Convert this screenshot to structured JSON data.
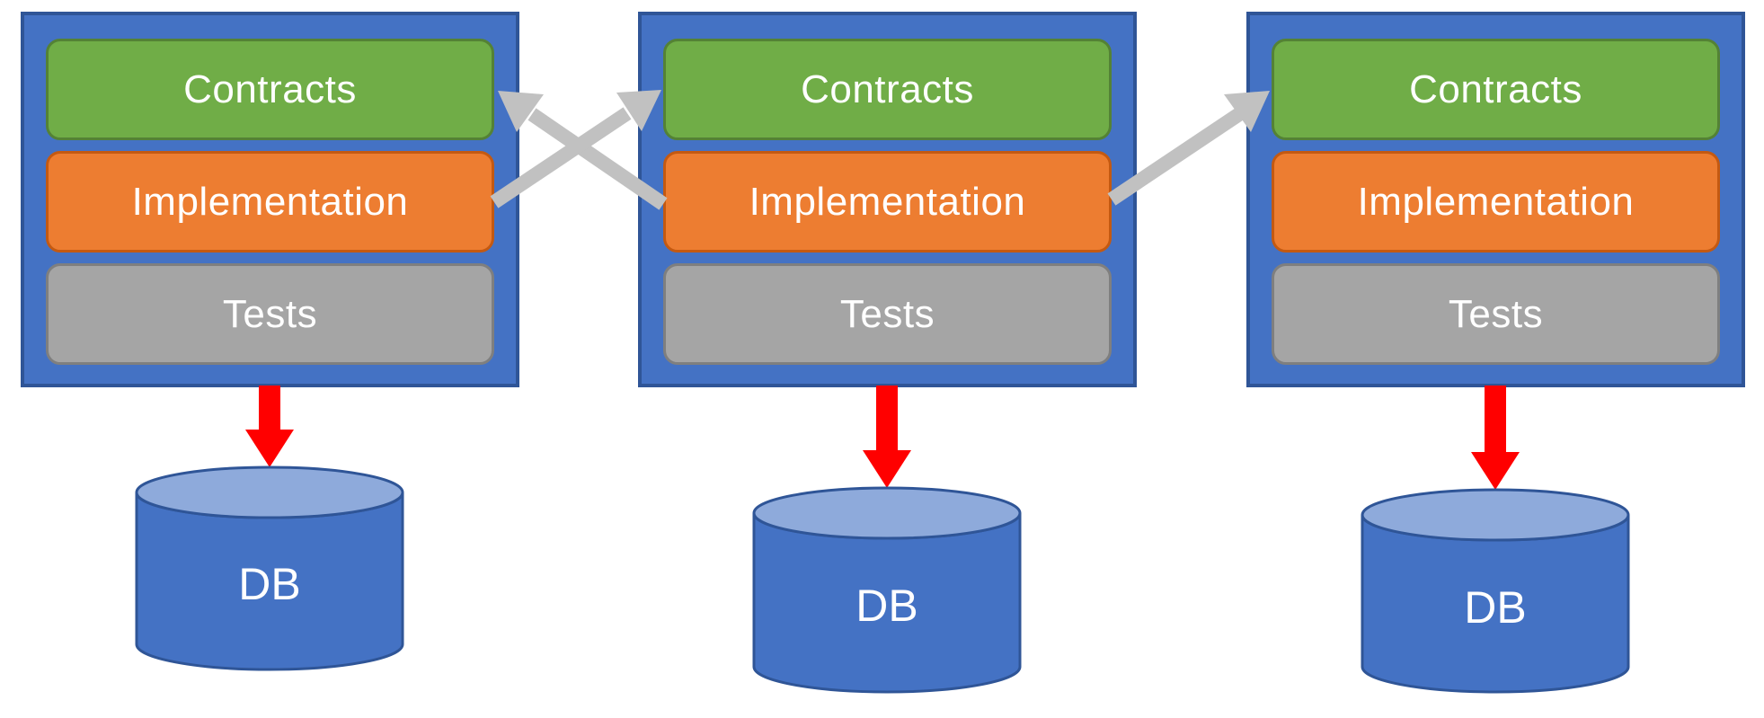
{
  "colors": {
    "background": "#ffffff",
    "service_box_fill": "#4472C4",
    "service_box_border": "#2F5597",
    "contracts_fill": "#70AD47",
    "contracts_border": "#548235",
    "implementation_fill": "#ED7D31",
    "implementation_border": "#C45911",
    "tests_fill": "#A5A5A5",
    "tests_border": "#7F7F7F",
    "db_fill": "#4472C4",
    "db_top_fill": "#8EAADB",
    "db_border": "#2F5597",
    "dependency_arrow": "#C1C1C1",
    "db_arrow": "#FF0000",
    "label_text": "#ffffff"
  },
  "services": [
    {
      "name": "service-1",
      "layers": [
        {
          "label": "Contracts"
        },
        {
          "label": "Implementation"
        },
        {
          "label": "Tests"
        }
      ],
      "database": {
        "label": "DB"
      }
    },
    {
      "name": "service-2",
      "layers": [
        {
          "label": "Contracts"
        },
        {
          "label": "Implementation"
        },
        {
          "label": "Tests"
        }
      ],
      "database": {
        "label": "DB"
      }
    },
    {
      "name": "service-3",
      "layers": [
        {
          "label": "Contracts"
        },
        {
          "label": "Implementation"
        },
        {
          "label": "Tests"
        }
      ],
      "database": {
        "label": "DB"
      }
    }
  ],
  "edges": {
    "dependencies": [
      {
        "from": "service-1-implementation",
        "to": "service-2-contracts"
      },
      {
        "from": "service-2-implementation",
        "to": "service-1-contracts"
      },
      {
        "from": "service-2-implementation",
        "to": "service-3-contracts"
      }
    ],
    "db_links": [
      {
        "from": "service-1",
        "to": "service-1-db"
      },
      {
        "from": "service-2",
        "to": "service-2-db"
      },
      {
        "from": "service-3",
        "to": "service-3-db"
      }
    ]
  }
}
